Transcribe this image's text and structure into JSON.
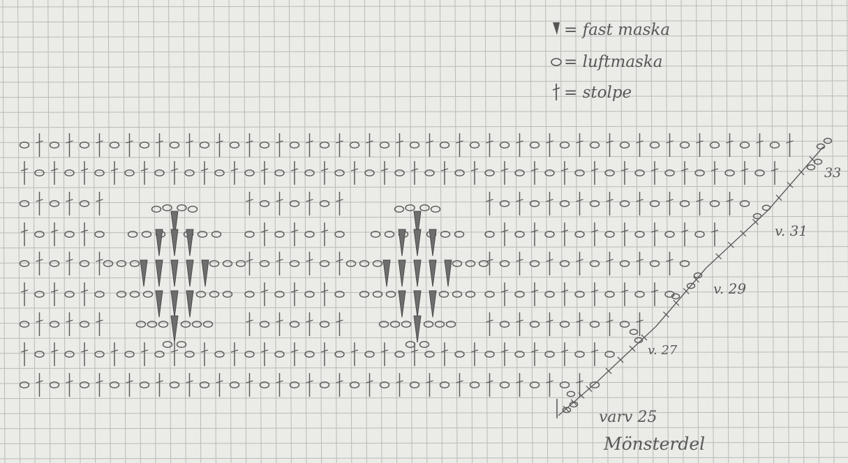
{
  "legend": {
    "items": [
      {
        "symbol": "fast-maska-symbol",
        "text": "= fast maska"
      },
      {
        "symbol": "luftmaska-symbol",
        "text": "= luftmaska"
      },
      {
        "symbol": "stolpe-symbol",
        "text": "= stolpe"
      }
    ]
  },
  "row_labels": {
    "v25": "varv 25",
    "v27": "v. 27",
    "v29": "v. 29",
    "v31": "v. 31",
    "v33": "33"
  },
  "caption": "Mönsterdel",
  "colors": {
    "paper": "#ebebe8",
    "grid": "#b9b9b6",
    "pencil": "#5c5c5c",
    "fill": "#6e6e6e"
  }
}
